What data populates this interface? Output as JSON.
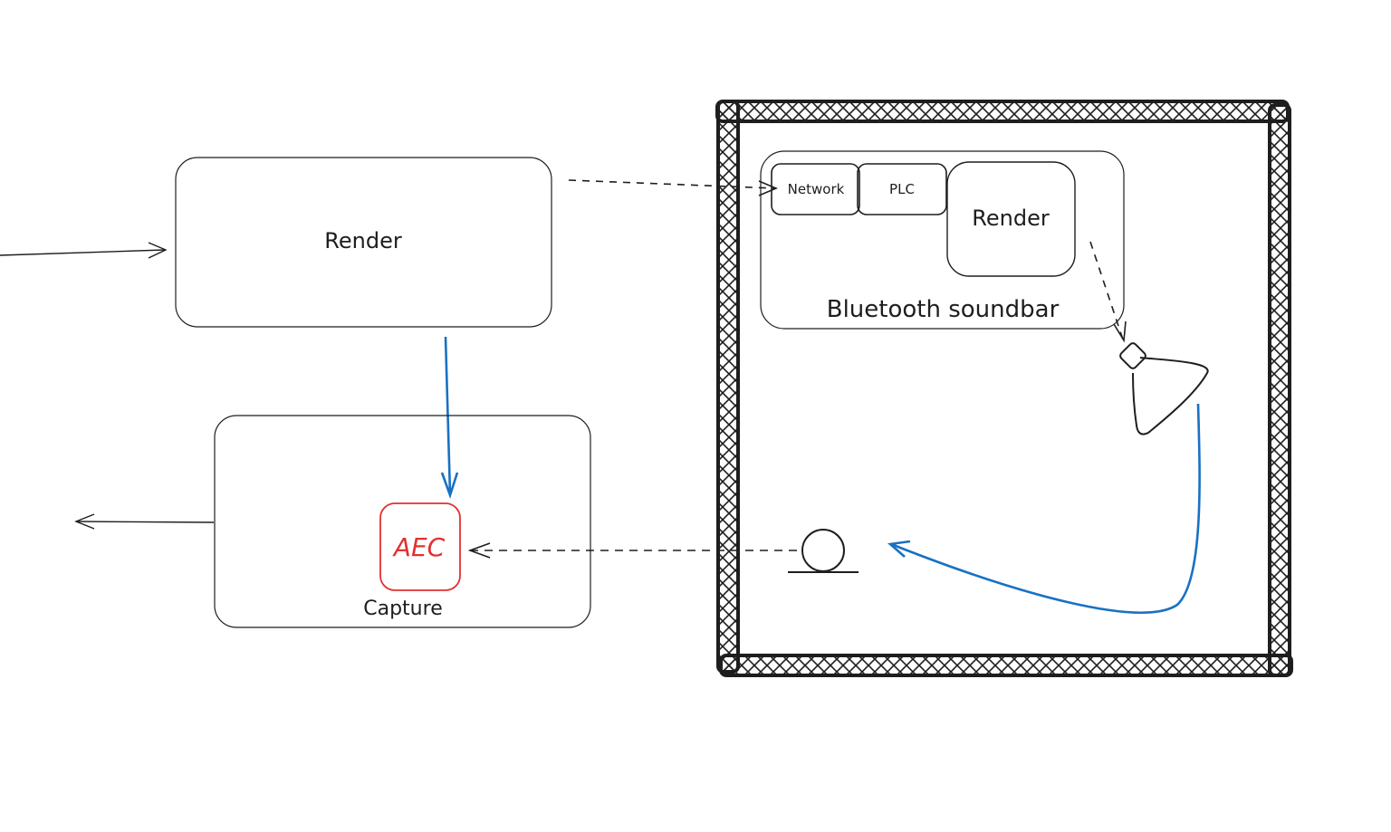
{
  "diagram": {
    "nodes": {
      "render_main": {
        "label": "Render"
      },
      "capture": {
        "label": "Capture"
      },
      "aec": {
        "label": "AEC",
        "color": "#e03131"
      },
      "soundbar": {
        "label": "Bluetooth soundbar"
      },
      "network": {
        "label": "Network"
      },
      "plc": {
        "label": "PLC"
      },
      "render_soundbar": {
        "label": "Render"
      },
      "room": {
        "label": ""
      },
      "speaker": {
        "label": ""
      },
      "microphone": {
        "label": ""
      }
    },
    "colors": {
      "stroke": "#1e1e1e",
      "accent_blue": "#1971c2",
      "accent_red": "#e03131",
      "background": "#ffffff"
    },
    "edges": [
      {
        "from": "external-input",
        "to": "render_main",
        "style": "solid"
      },
      {
        "from": "render_main",
        "to": "network",
        "style": "dashed"
      },
      {
        "from": "render_main",
        "to": "aec",
        "style": "solid",
        "color": "blue"
      },
      {
        "from": "render_soundbar",
        "to": "speaker",
        "style": "dashed"
      },
      {
        "from": "speaker",
        "to": "microphone",
        "style": "solid",
        "color": "blue"
      },
      {
        "from": "microphone",
        "to": "aec",
        "style": "dashed"
      },
      {
        "from": "capture",
        "to": "external-output",
        "style": "solid"
      }
    ]
  }
}
